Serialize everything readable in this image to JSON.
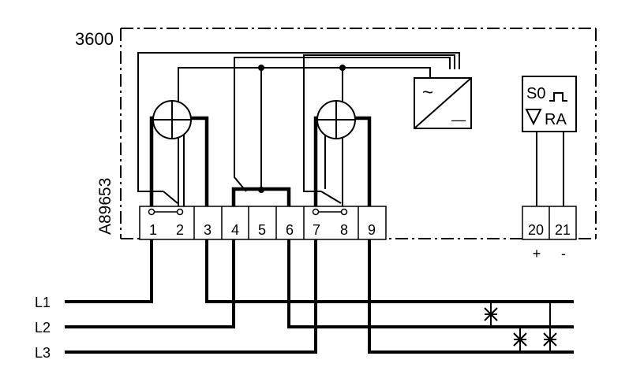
{
  "model_label": "3600",
  "part_number": "A89653",
  "terminals": [
    "1",
    "2",
    "3",
    "4",
    "5",
    "6",
    "7",
    "8",
    "9"
  ],
  "pulse_terminals": [
    "20",
    "21"
  ],
  "pulse_output": {
    "line1": "S0",
    "line2": "RA"
  },
  "polarity": {
    "plus": "+",
    "minus": "-"
  },
  "lines": [
    "L1",
    "L2",
    "L3"
  ],
  "power_supply": {
    "ac": "~",
    "dc": "—"
  }
}
